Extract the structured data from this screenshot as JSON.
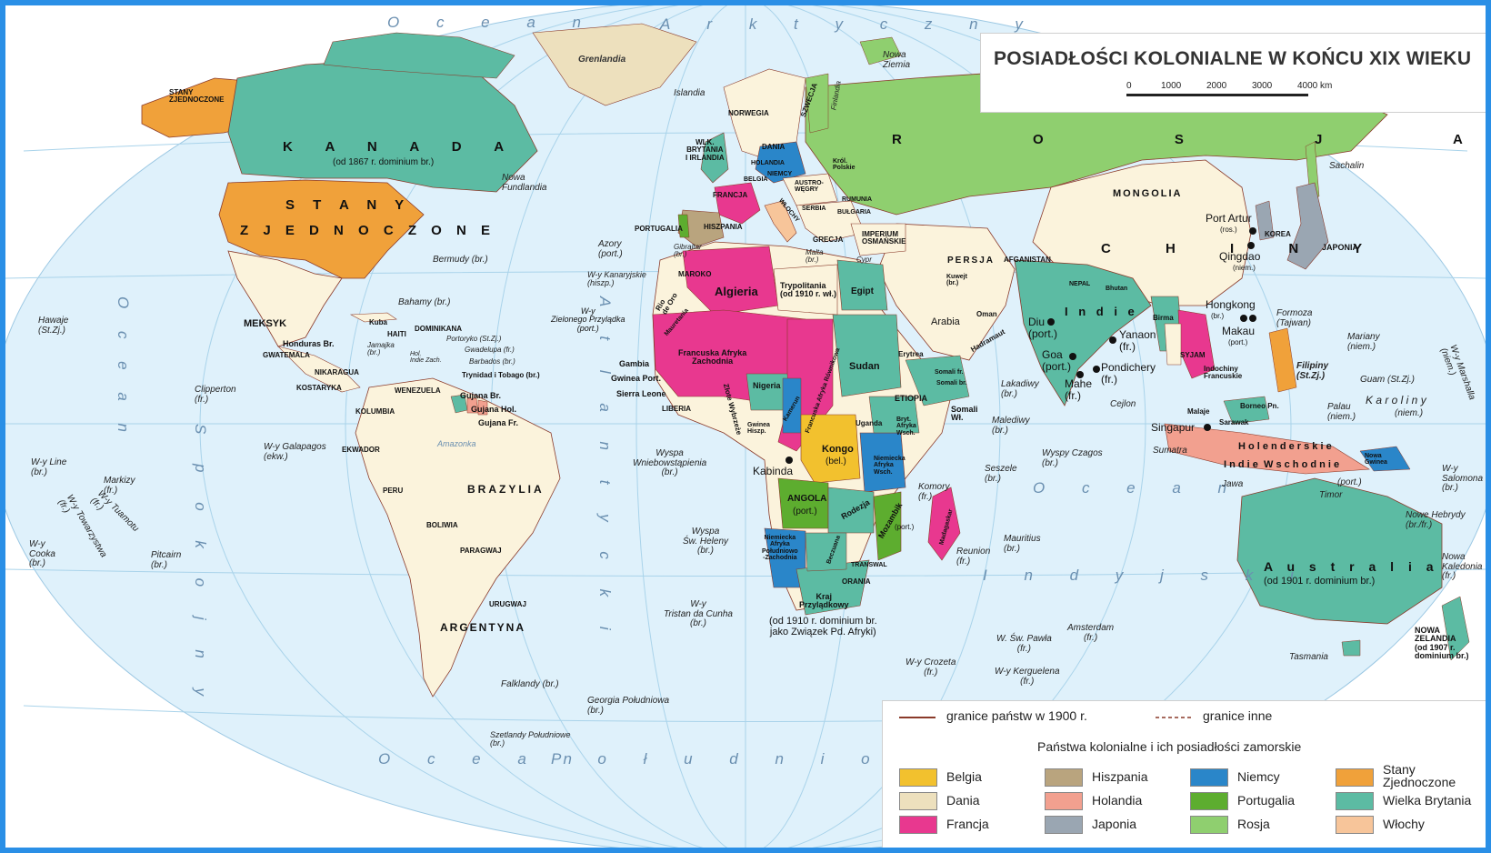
{
  "title": "POSIADŁOŚCI KOLONIALNE W KOŃCU XIX WIEKU",
  "scale": {
    "ticks": [
      "0",
      "1000",
      "2000",
      "3000",
      "4000 km"
    ]
  },
  "colors": {
    "ocean": "#dff1fb",
    "belgia": "#f2c12e",
    "dania": "#ede0bd",
    "francja": "#e8388f",
    "hiszpania": "#b9a47e",
    "holandia": "#f2a08f",
    "japonia": "#9aa6b2",
    "niemcy": "#2a86c9",
    "portugalia": "#5dad2f",
    "rosja": "#8fcf6f",
    "stany": "#f0a13a",
    "wielka_brytania": "#5cbba3",
    "wlochy": "#f7c59a",
    "independent": "#fbf3dc",
    "frame": "#2a8fe6"
  },
  "legend": {
    "line1": "granice państw w 1900 r.",
    "line2": "granice inne",
    "heading": "Państwa kolonialne i ich posiadłości zamorskie",
    "items": [
      {
        "label": "Belgia",
        "color": "#f2c12e"
      },
      {
        "label": "Dania",
        "color": "#ede0bd"
      },
      {
        "label": "Francja",
        "color": "#e8388f"
      },
      {
        "label": "Hiszpania",
        "color": "#b9a47e"
      },
      {
        "label": "Holandia",
        "color": "#f2a08f"
      },
      {
        "label": "Japonia",
        "color": "#9aa6b2"
      },
      {
        "label": "Niemcy",
        "color": "#2a86c9"
      },
      {
        "label": "Portugalia",
        "color": "#5dad2f"
      },
      {
        "label": "Rosja",
        "color": "#8fcf6f"
      },
      {
        "label": "Stany\nZjednoczone",
        "color": "#f0a13a"
      },
      {
        "label": "Wielka Brytania",
        "color": "#5cbba3"
      },
      {
        "label": "Włochy",
        "color": "#f7c59a"
      }
    ]
  },
  "oceans": {
    "arctic1": "O c e a n",
    "arctic2": "A r k t y c z n y",
    "pacific_west": "O c e a n",
    "pacific_west2": "S p o k o j n y",
    "atlantic": "A t l a n t y c k i",
    "indian1": "O c e a n",
    "indian2": "I n d y j s k i",
    "southern1": "O c e a n",
    "southern2": "P o ł u d n i o w y"
  },
  "labels": {
    "kanada": "K A N A D A",
    "kanada_sub": "(od 1867 r. dominium br.)",
    "stany1": "S T A N Y",
    "stany2": "Z J E D N O C Z O N E",
    "alaska": "STANY\nZJEDNOCZONE",
    "rosja": "R O S J A",
    "chiny": "C H I N Y",
    "mongolia": "MONGOLIA",
    "japonia": "JAPONIA",
    "korea": "KOREA",
    "sachalin": "Sachalin",
    "grenlandia": "Grenlandia",
    "islandia": "Islandia",
    "nowa_ziemia": "Nowa\nZiemia",
    "norwegia": "NORWEGIA",
    "szwecja": "SZWECJA",
    "finlandia": "Finlandia",
    "dania": "DANIA",
    "wlk_brytania": "WLK.\nBRYTANIA\nI IRLANDIA",
    "holandia": "HOLANDIA",
    "niemcy": "NIEMCY",
    "belgia": "BELGIA",
    "francja": "FRANCJA",
    "krol_polskie": "Król.\nPolskie",
    "austro_wegry": "AUSTRO-\nWĘGRY",
    "rumunia": "RUMUNIA",
    "serbia": "SERBIA",
    "bulgaria": "BUŁGARIA",
    "wlochy": "WŁOCHY",
    "portugalia": "PORTUGALIA",
    "hiszpania": "HISZPANIA",
    "grecja": "GRECJA",
    "imperium": "IMPERIUM\nOSMAŃSKIE",
    "gibraltar": "Gibraltar\n(br.)",
    "malta": "Malta\n(br.)",
    "cypr": "Cypr",
    "azory": "Azory\n(port.)",
    "kanaryjskie": "W-y Kanaryjskie\n(hiszp.)",
    "maroko": "MAROKO",
    "algieria": "Algieria",
    "trypolitania": "Trypolitania\n(od 1910 r. wł.)",
    "egipt": "Egipt",
    "rio_de_oro": "Rio\nde Oro",
    "mauretania": "Mauretania",
    "zielony": "W-y\nZielonego Przylądka\n(port.)",
    "francuska_afryka": "Francuska Afryka\nZachodnia",
    "gambia": "Gambia",
    "gwinea_port": "Gwinea Port.",
    "sierra": "Sierra Leone",
    "liberia": "LIBERIA",
    "wybrzeze": "Złote Wybrzeże",
    "nigeria": "Nigeria",
    "kamerun": "Kamerun",
    "afryka_rown": "Francuska Afryka Równikowa",
    "gwinea_hiszp": "Gwinea\nHiszp.",
    "sudan": "Sudan",
    "erytrea": "Erytrea",
    "etiopia": "ETIOPIA",
    "somali_fr": "Somali fr.",
    "somali_br": "Somali br.",
    "somali_wl": "Somali\nWł.",
    "uganda": "Uganda",
    "bryt_afryka": "Bryt.\nAfryka\nWsch.",
    "niem_afryka_wsch": "Niemiecka\nAfryka\nWsch.",
    "kongo": "Kongo",
    "kongo_sub": "(bel.)",
    "kabinda": "Kabinda",
    "angola": "ANGOLA",
    "angola_sub": "(port.)",
    "rodezja": "Rodezja",
    "mozambik": "Mozambik",
    "mozambik_sub": "(port.)",
    "niem_afryka_pd": "Niemiecka\nAfryka\nPołudniowo\n-Zachodnia",
    "beczuana": "Beczuana",
    "transwal": "TRANSWAL",
    "orania": "ORANIA",
    "kraj": "Kraj\nPrzylądkowy",
    "kraj_sub": "(od 1910 r. dominium br.\njako Związek Pd. Afryki)",
    "madagaskar": "Madagaskar",
    "komory": "Komory\n(fr.)",
    "seszele": "Seszele\n(br.)",
    "mauritius": "Mauritius\n(br.)",
    "reunion": "Reunion\n(fr.)",
    "wyspa_wn": "Wyspa\nWniebowstąpienia\n(br.)",
    "sw_heleny": "Wyspa\nŚw. Heleny\n(br.)",
    "tristan": "W-y\nTristan da Cunha\n(br.)",
    "persja": "PERSJA",
    "afganistan": "AFGANISTAN",
    "kuwejt": "Kuwejt\n(br.)",
    "arabia": "Arabia",
    "oman": "Oman",
    "hadramaut": "Hadramaut",
    "indie": "I n d i e",
    "nepal": "NEPAL",
    "bhutan": "Bhutan",
    "birma": "Birma",
    "syjam": "SYJAM",
    "indochiny": "Indochiny\nFrancuskie",
    "diu": "Diu\n(port.)",
    "goa": "Goa\n(port.)",
    "mahe": "Mahe\n(fr.)",
    "pondichery": "Pondichery\n(fr.)",
    "yanaon": "Yanaon\n(fr.)",
    "cejlon": "Cejlon",
    "lakkadiwy": "Lakadiwy\n(br.)",
    "malediwy": "Malediwy\n(br.)",
    "czagos": "Wyspy Czagos\n(br.)",
    "port_artur": "Port Artur",
    "port_artur_sub": "(ros.)",
    "qingdao": "Qingdao",
    "qingdao_sub": "(niem.)",
    "hongkong": "Hongkong",
    "hongkong_sub": "(br.)",
    "makau": "Makau",
    "makau_sub": "(port.)",
    "formoza": "Formoza\n(Tajwan)",
    "filipiny": "Filipiny\n(St.Zj.)",
    "mariany": "Mariany\n(niem.)",
    "guam": "Guam (St.Zj.)",
    "palau": "Palau\n(niem.)",
    "karoliny": "K a r o l i n y",
    "karoliny_sub": "(niem.)",
    "marshalla": "W-y Marshalla\n(niem.)",
    "malaje": "Malaje",
    "sarawak": "Sarawak",
    "borneo": "Borneo Pn.",
    "singapur": "Singapur",
    "sumatra": "Sumatra",
    "holenderskie1": "H o l e n d e r s k i e",
    "holenderskie2": "I n d i e  W s c h o d n i e",
    "jawa": "Jawa",
    "timor": "Timor",
    "timor_sub": "(port.)",
    "nowa_gwinea": "Nowa\nGwinea",
    "salomona": "W-y\nSalomona\n(br.)",
    "nowe_hebrydy": "Nowe Hebrydy\n(br./fr.)",
    "nowa_kaledonia": "Nowa\nKaledonia\n(fr.)",
    "australia": "A u s t r a l i a",
    "australia_sub": "(od 1901 r. dominium br.)",
    "tasmania": "Tasmania",
    "nowa_zelandia": "NOWA\nZELANDIA\n(od 1907 r.\ndominium br.)",
    "amsterdam": "Amsterdam\n(fr.)",
    "sw_pawla": "W. Św. Pawła\n(fr.)",
    "crozeta": "W-y Crozeta\n(fr.)",
    "kerguelena": "W-y Kerguelena\n(fr.)",
    "hawaje": "Hawaje\n(St.Zj.)",
    "meksyk": "MEKSYK",
    "bermudy": "Bermudy (br.)",
    "bahamy": "Bahamy (br.)",
    "nowa_fundlandia": "Nowa\nFundlandia",
    "kuba": "Kuba",
    "haiti": "HAITI",
    "dominikana": "DOMINIKANA",
    "portoryko": "Portoryko (St.Zj.)",
    "gwadelupa": "Gwadelupa (fr.)",
    "barbados": "Barbados (br.)",
    "trynidad": "Trynidad i Tobago (br.)",
    "jamajka": "Jamajka\n(br.)",
    "indie_zach": "Hol.\nIndie Zach.",
    "honduras": "Honduras Br.",
    "gwatemala": "GWATEMALA",
    "nikaragua": "NIKARAGUA",
    "kostaryka": "KOSTARYKA",
    "clipperton": "Clipperton\n(fr.)",
    "wenezuela": "WENEZUELA",
    "kolumbia": "KOLUMBIA",
    "gujana_br": "Gujana Br.",
    "gujana_hol": "Gujana Hol.",
    "gujana_fr": "Gujana Fr.",
    "galapagos": "W-y Galapagos\n(ekw.)",
    "ekwador": "EKWADOR",
    "peru": "PERU",
    "brazylia": "BRAZYLIA",
    "boliwia": "BOLIWIA",
    "paragwaj": "PARAGWAJ",
    "urugwaj": "URUGWAJ",
    "argentyna": "ARGENTYNA",
    "falklandy": "Falklandy (br.)",
    "georgia": "Georgia Południowa\n(br.)",
    "szetlandy": "Szetlandy Południowe\n(br.)",
    "line": "W-y Line\n(br.)",
    "markizy": "Markizy\n(fr.)",
    "tuamotu": "W-y Tuamotu\n(fr.)",
    "towarzystwa": "W-y Towarzystwa\n(fr.)",
    "cooka": "W-y\nCooka\n(br.)",
    "pitcairn": "Pitcairn\n(br.)",
    "amazonka": "Amazonka"
  }
}
